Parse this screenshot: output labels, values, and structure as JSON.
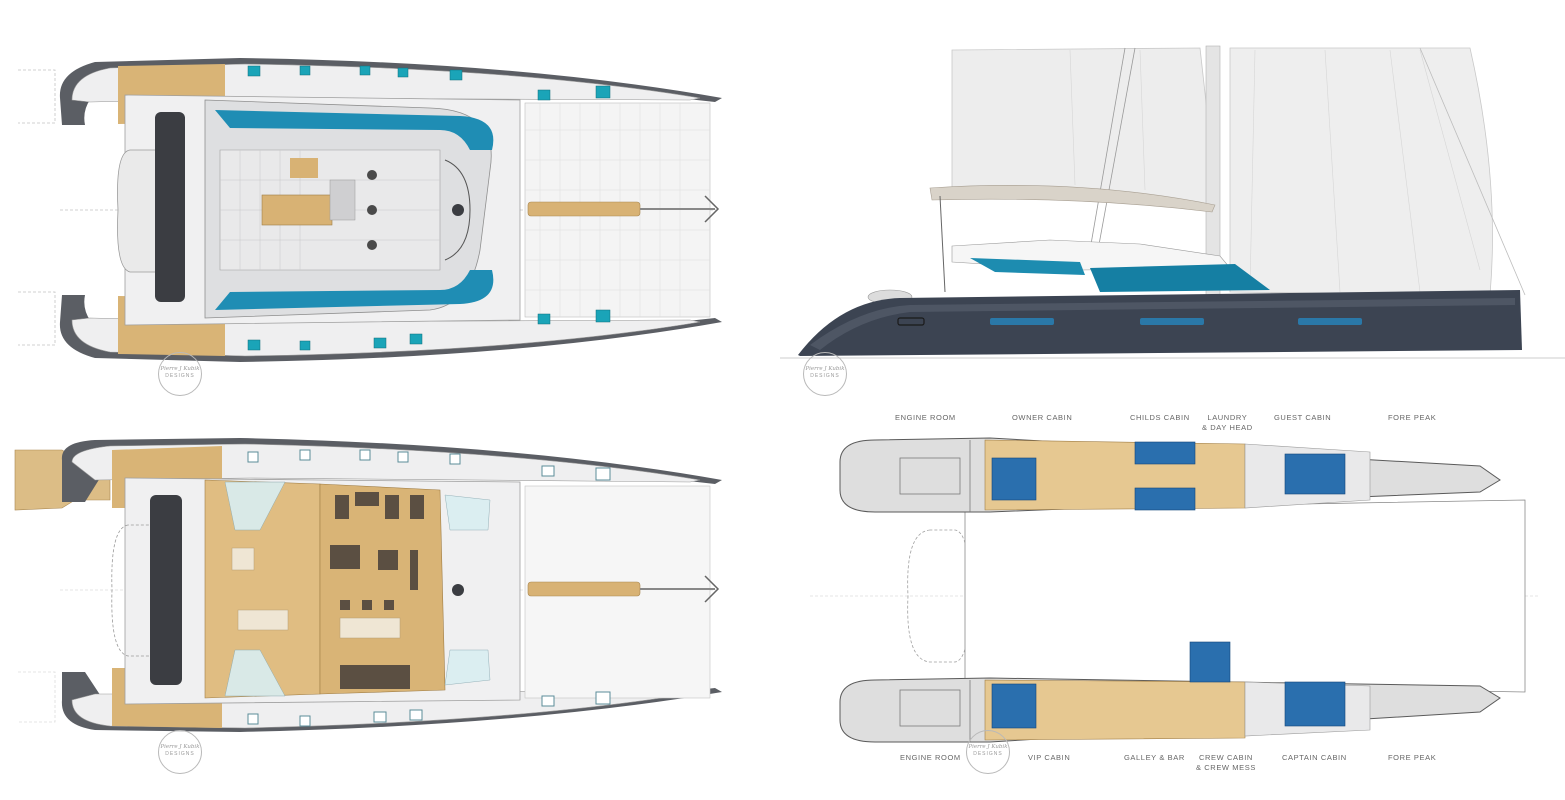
{
  "colors": {
    "hull_dark": "#5a5d63",
    "deck_light": "#efeff0",
    "teak": "#d8b274",
    "accent_blue": "#1e8fb3",
    "bed_blue": "#2a6fae",
    "line": "#8a8a8a"
  },
  "stamp": {
    "line1": "Pierre J Kubik",
    "line2": "DESIGNS",
    "kind": "seal-icon"
  },
  "cabins_top": [
    {
      "id": "engine_room_top",
      "label": "ENGINE ROOM"
    },
    {
      "id": "owner_cabin",
      "label": "OWNER CABIN"
    },
    {
      "id": "childs_cabin",
      "label": "CHILDS CABIN"
    },
    {
      "id": "laundry",
      "label": "LAUNDRY\n& DAY HEAD"
    },
    {
      "id": "guest_cabin",
      "label": "GUEST CABIN"
    },
    {
      "id": "fore_peak_top",
      "label": "FORE PEAK"
    }
  ],
  "cabins_bottom": [
    {
      "id": "engine_room_bottom",
      "label": "ENGINE ROOM"
    },
    {
      "id": "vip_cabin",
      "label": "VIP CABIN"
    },
    {
      "id": "galley_bar",
      "label": "GALLEY & BAR"
    },
    {
      "id": "crew_cabin",
      "label": "CREW CABIN\n& CREW MESS"
    },
    {
      "id": "captain_cabin",
      "label": "CAPTAIN CABIN"
    },
    {
      "id": "fore_peak_bottom",
      "label": "FORE PEAK"
    }
  ]
}
